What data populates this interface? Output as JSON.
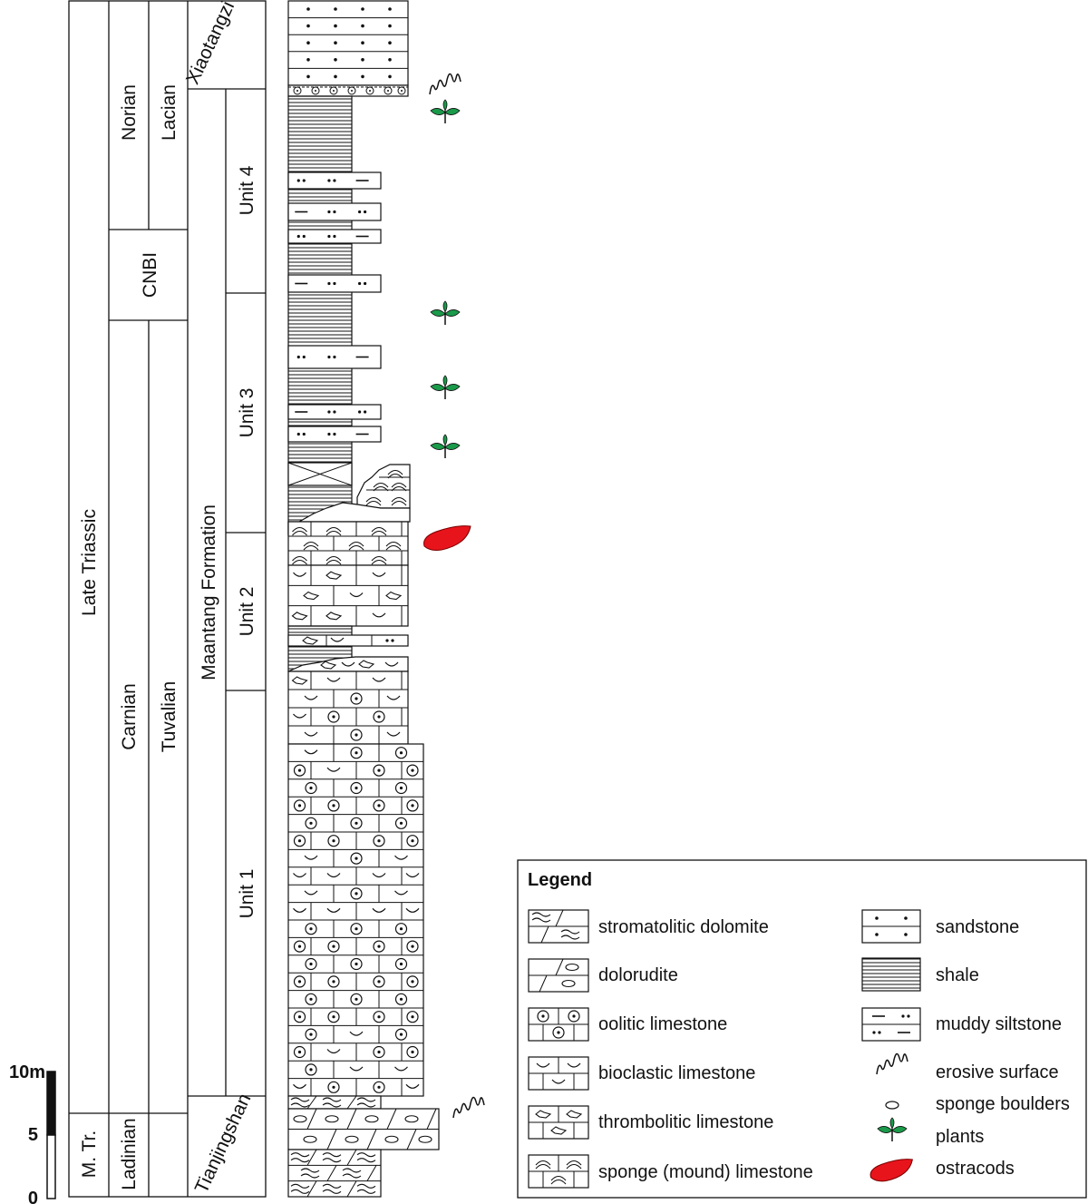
{
  "scale_bar": {
    "top_label": "10m",
    "mid_label": "5",
    "bottom_label": "0"
  },
  "strat_columns": {
    "system": "Late Triassic",
    "middle_triassic": "M. Tr.",
    "ladinian": "Ladinian",
    "carnian": "Carnian",
    "norian": "Norian",
    "cnbi": "CNBI",
    "tuvalian": "Tuvalian",
    "lacian": "Lacian",
    "xiaotangzi": "Xiaotangzi",
    "maantang": "Maantang Formation",
    "tianjingshan": "Tianjingshan",
    "unit1": "Unit 1",
    "unit2": "Unit 2",
    "unit3": "Unit 3",
    "unit4": "Unit 4"
  },
  "legend": {
    "title": "Legend",
    "items": [
      {
        "key": "stromatolitic_dolomite",
        "label": "stromatolitic dolomite"
      },
      {
        "key": "dolorudite",
        "label": "dolorudite"
      },
      {
        "key": "oolitic_limestone",
        "label": "oolitic limestone"
      },
      {
        "key": "bioclastic_limestone",
        "label": "bioclastic limestone"
      },
      {
        "key": "thrombolitic_limestone",
        "label": "thrombolitic limestone"
      },
      {
        "key": "sponge_limestone",
        "label": "sponge (mound) limestone"
      },
      {
        "key": "sandstone",
        "label": "sandstone"
      },
      {
        "key": "shale",
        "label": "shale"
      },
      {
        "key": "muddy_siltstone",
        "label": "muddy siltstone"
      },
      {
        "key": "erosive_surface",
        "label": "erosive surface"
      },
      {
        "key": "sponge_boulders",
        "label": "sponge boulders"
      },
      {
        "key": "plants",
        "label": "plants"
      },
      {
        "key": "ostracods",
        "label": "ostracods"
      }
    ]
  },
  "colors": {
    "plant": "#1a9a4a",
    "ostracod": "#e8141c",
    "ink": "#111111"
  }
}
